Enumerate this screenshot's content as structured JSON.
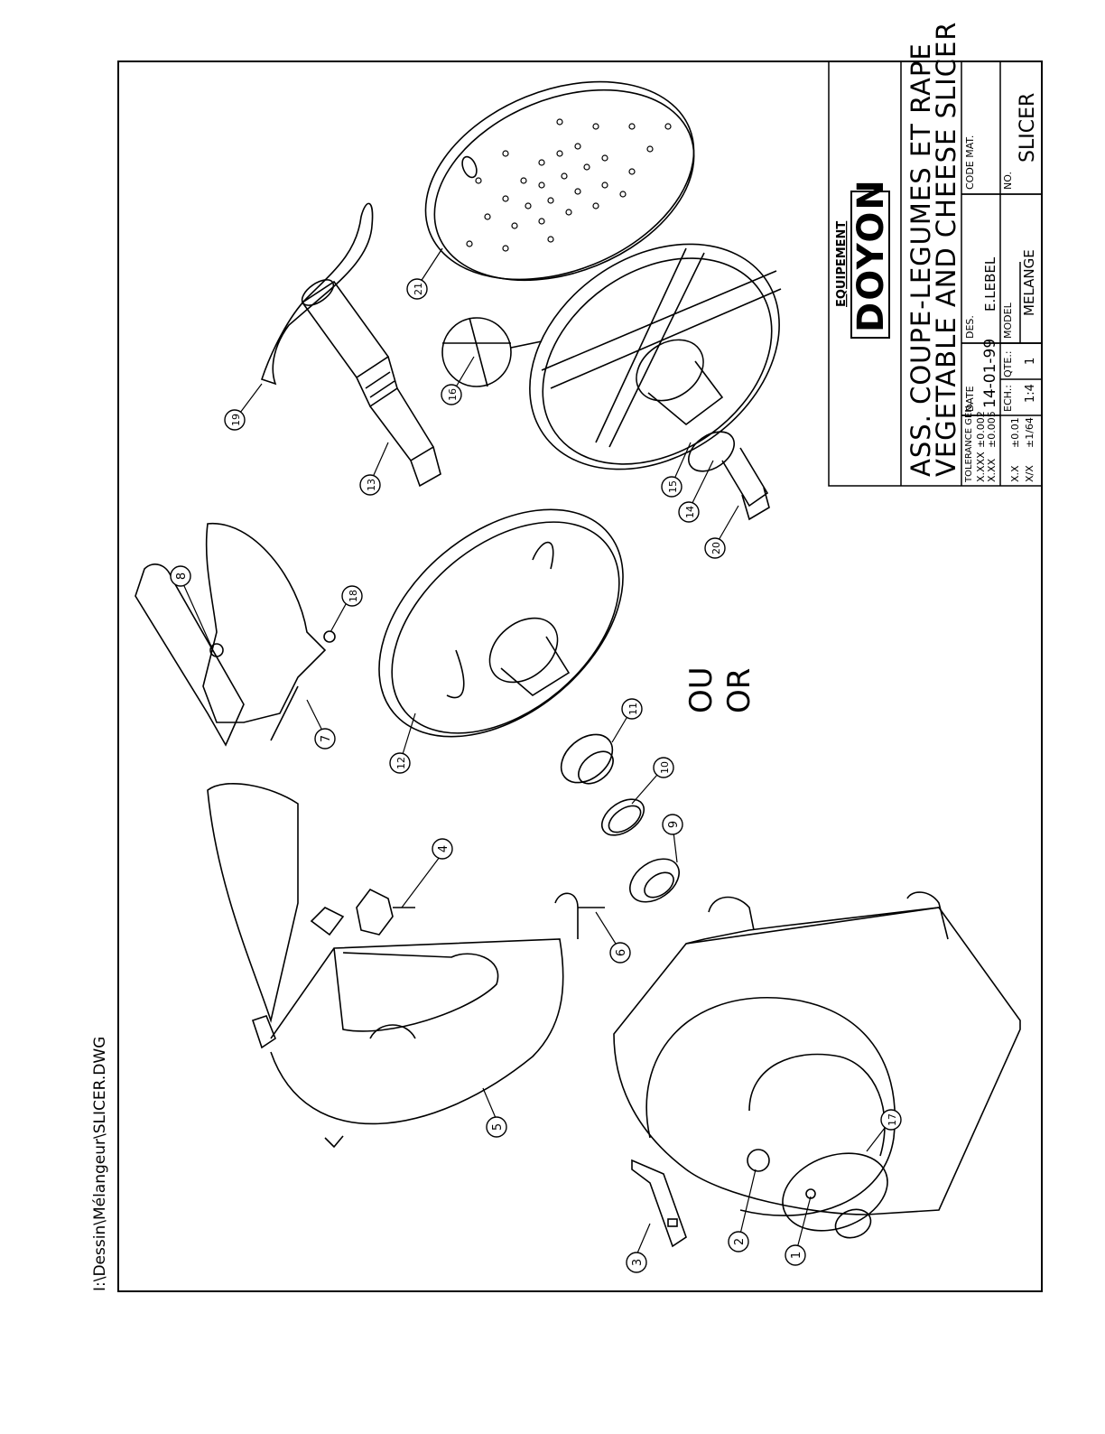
{
  "drawing": {
    "file_path": "I:\\Dessin\\Mélangeur\\SLICER.DWG",
    "or_label_fr": "OU",
    "or_label_en": "OR"
  },
  "title_block": {
    "company_top": "EQUIPEMENT",
    "company_logo": "DOYON",
    "title_fr": "ASS. COUPE-LEGUMES ET RAPE",
    "title_en": "VEGETABLE AND CHEESE SLICER",
    "tolerance_header": "TOLERANCE GEN.",
    "tolerances": [
      {
        "fmt": "X.XXX",
        "val": "±0.002"
      },
      {
        "fmt": "X.XX",
        "val": "±0.005"
      },
      {
        "fmt": "X.X",
        "val": "±0.01"
      },
      {
        "fmt": "X/X",
        "val": "±1/64"
      }
    ],
    "date_label": "DATE",
    "date_value": "14-01-99",
    "des_label": "DES.",
    "des_value": "E.LEBEL",
    "code_label": "CODE MAT.",
    "ech_label": "ECH.:",
    "ech_value": "1:4",
    "qte_label": "QTE.:",
    "qte_value": "1",
    "model_label": "MODEL",
    "model_value": "MELANGE",
    "no_label": "NO.",
    "no_value": "SLICER"
  },
  "callouts": [
    "1",
    "2",
    "3",
    "4",
    "5",
    "6",
    "7",
    "8",
    "9",
    "10",
    "11",
    "12",
    "13",
    "14",
    "15",
    "16",
    "17",
    "18",
    "19",
    "20",
    "21"
  ],
  "colors": {
    "ink": "#000000",
    "paper": "#ffffff"
  }
}
